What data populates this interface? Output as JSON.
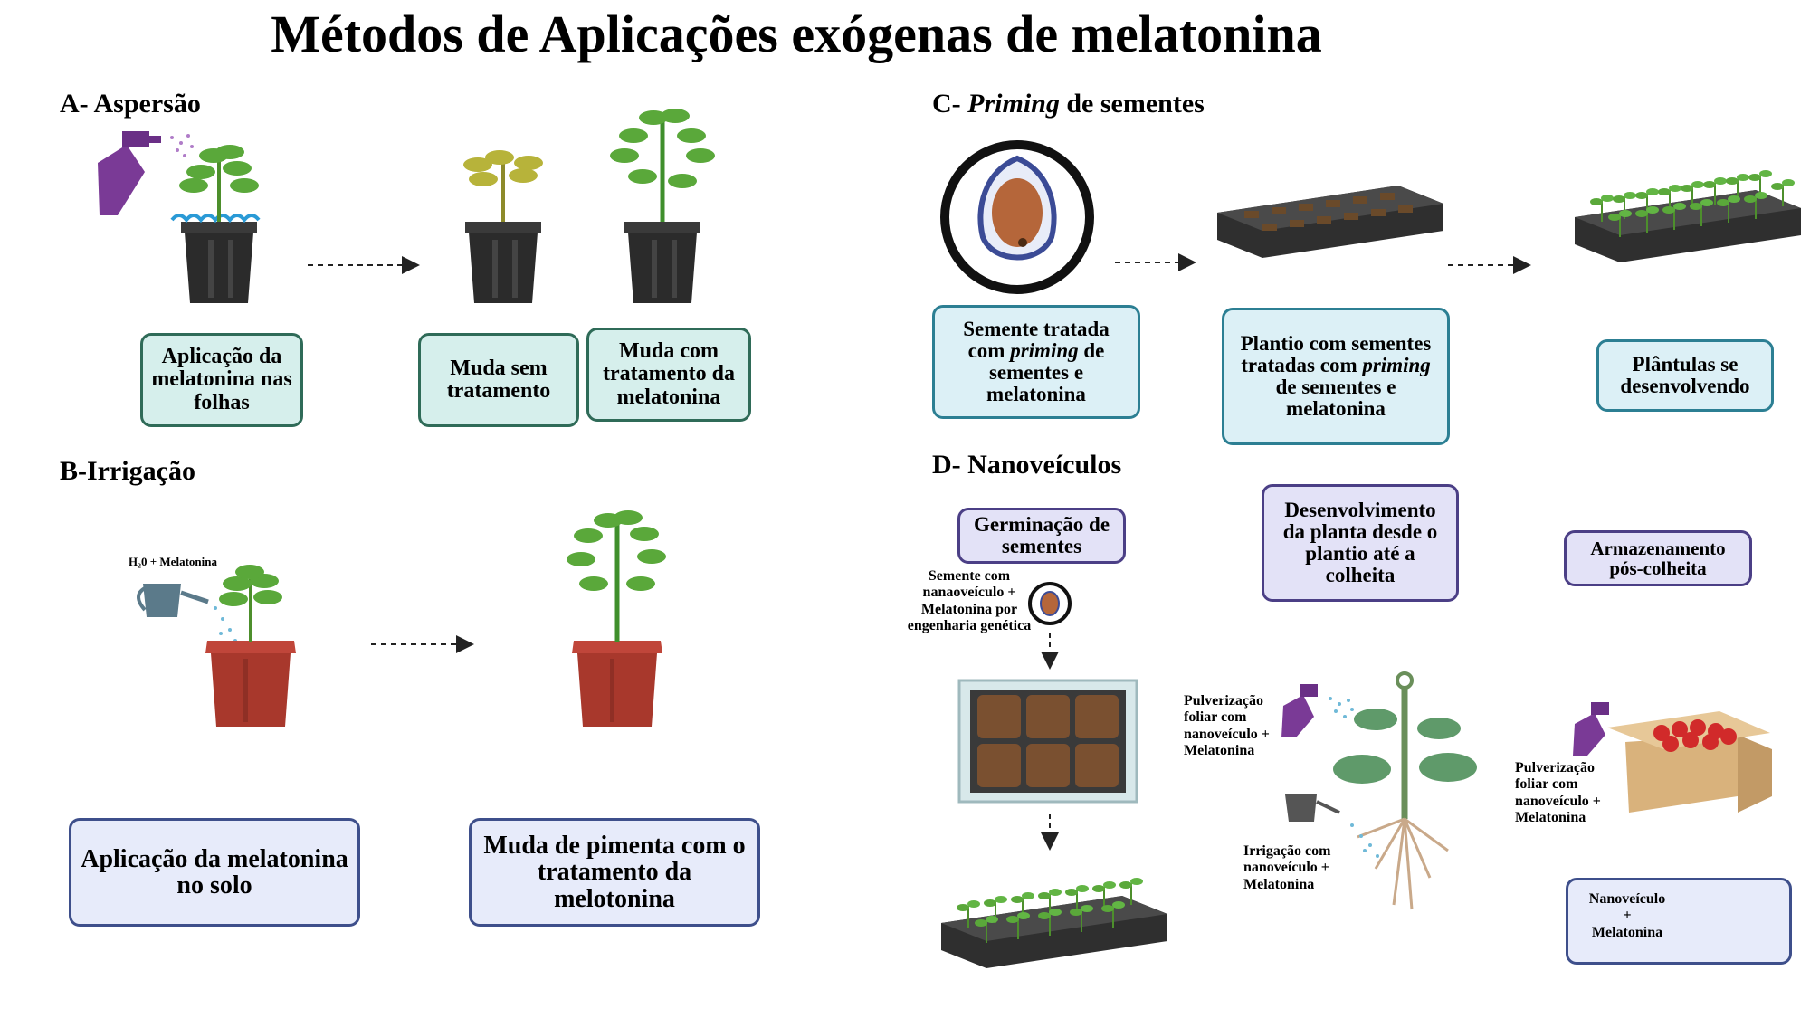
{
  "title": "Métodos de Aplicações exógenas de melatonina",
  "sections": {
    "a": {
      "title": "A- Aspersão",
      "box1": "Aplicação da melatonina nas folhas",
      "box2": "Muda sem tratamento",
      "box3": "Muda com tratamento da melatonina"
    },
    "b": {
      "title": "B-Irrigação",
      "water_label": "H₂0 + Melatonina",
      "box1": "Aplicação da melatonina no solo",
      "box2": "Muda de pimenta com o tratamento da melotonina"
    },
    "c": {
      "title_prefix": "C- ",
      "title_italic": "Priming",
      "title_suffix": " de sementes",
      "box1_a": "Semente  tratada com ",
      "box1_i": "priming",
      "box1_b": " de sementes e melatonina",
      "box2_a": "Plantio com sementes tratadas com ",
      "box2_i": "priming",
      "box2_b": " de sementes e melatonina",
      "box3": "Plântulas se desenvolvendo"
    },
    "d": {
      "title": "D- Nanoveículos",
      "box1": "Germinação de sementes",
      "box2": "Desenvolvimento da planta desde o plantio até a colheita",
      "box3": "Armazenamento pós-colheita",
      "seed_label": "Semente com nanaoveículo + Melatonina por engenharia genética",
      "spray_label": "Pulverização foliar com nanoveículo + Melatonina",
      "irrig_label": "Irrigação com nanoveículo + Melatonina",
      "post_spray_label": "Pulverização foliar com nanoveículo + Melatonina",
      "legend_line1": "Nanoveículo",
      "legend_plus": "+",
      "legend_line2": "Melatonina"
    }
  },
  "colors": {
    "spray": "#7a3a96",
    "pot_black": "#2b2b2b",
    "pot_red": "#b03a2e",
    "leaf": "#5aa83a",
    "leaf_yellow": "#b7b33a",
    "tray": "#333333",
    "seed": "#b5663a",
    "tomato": "#d12a2a",
    "box": "#d9b27c"
  }
}
